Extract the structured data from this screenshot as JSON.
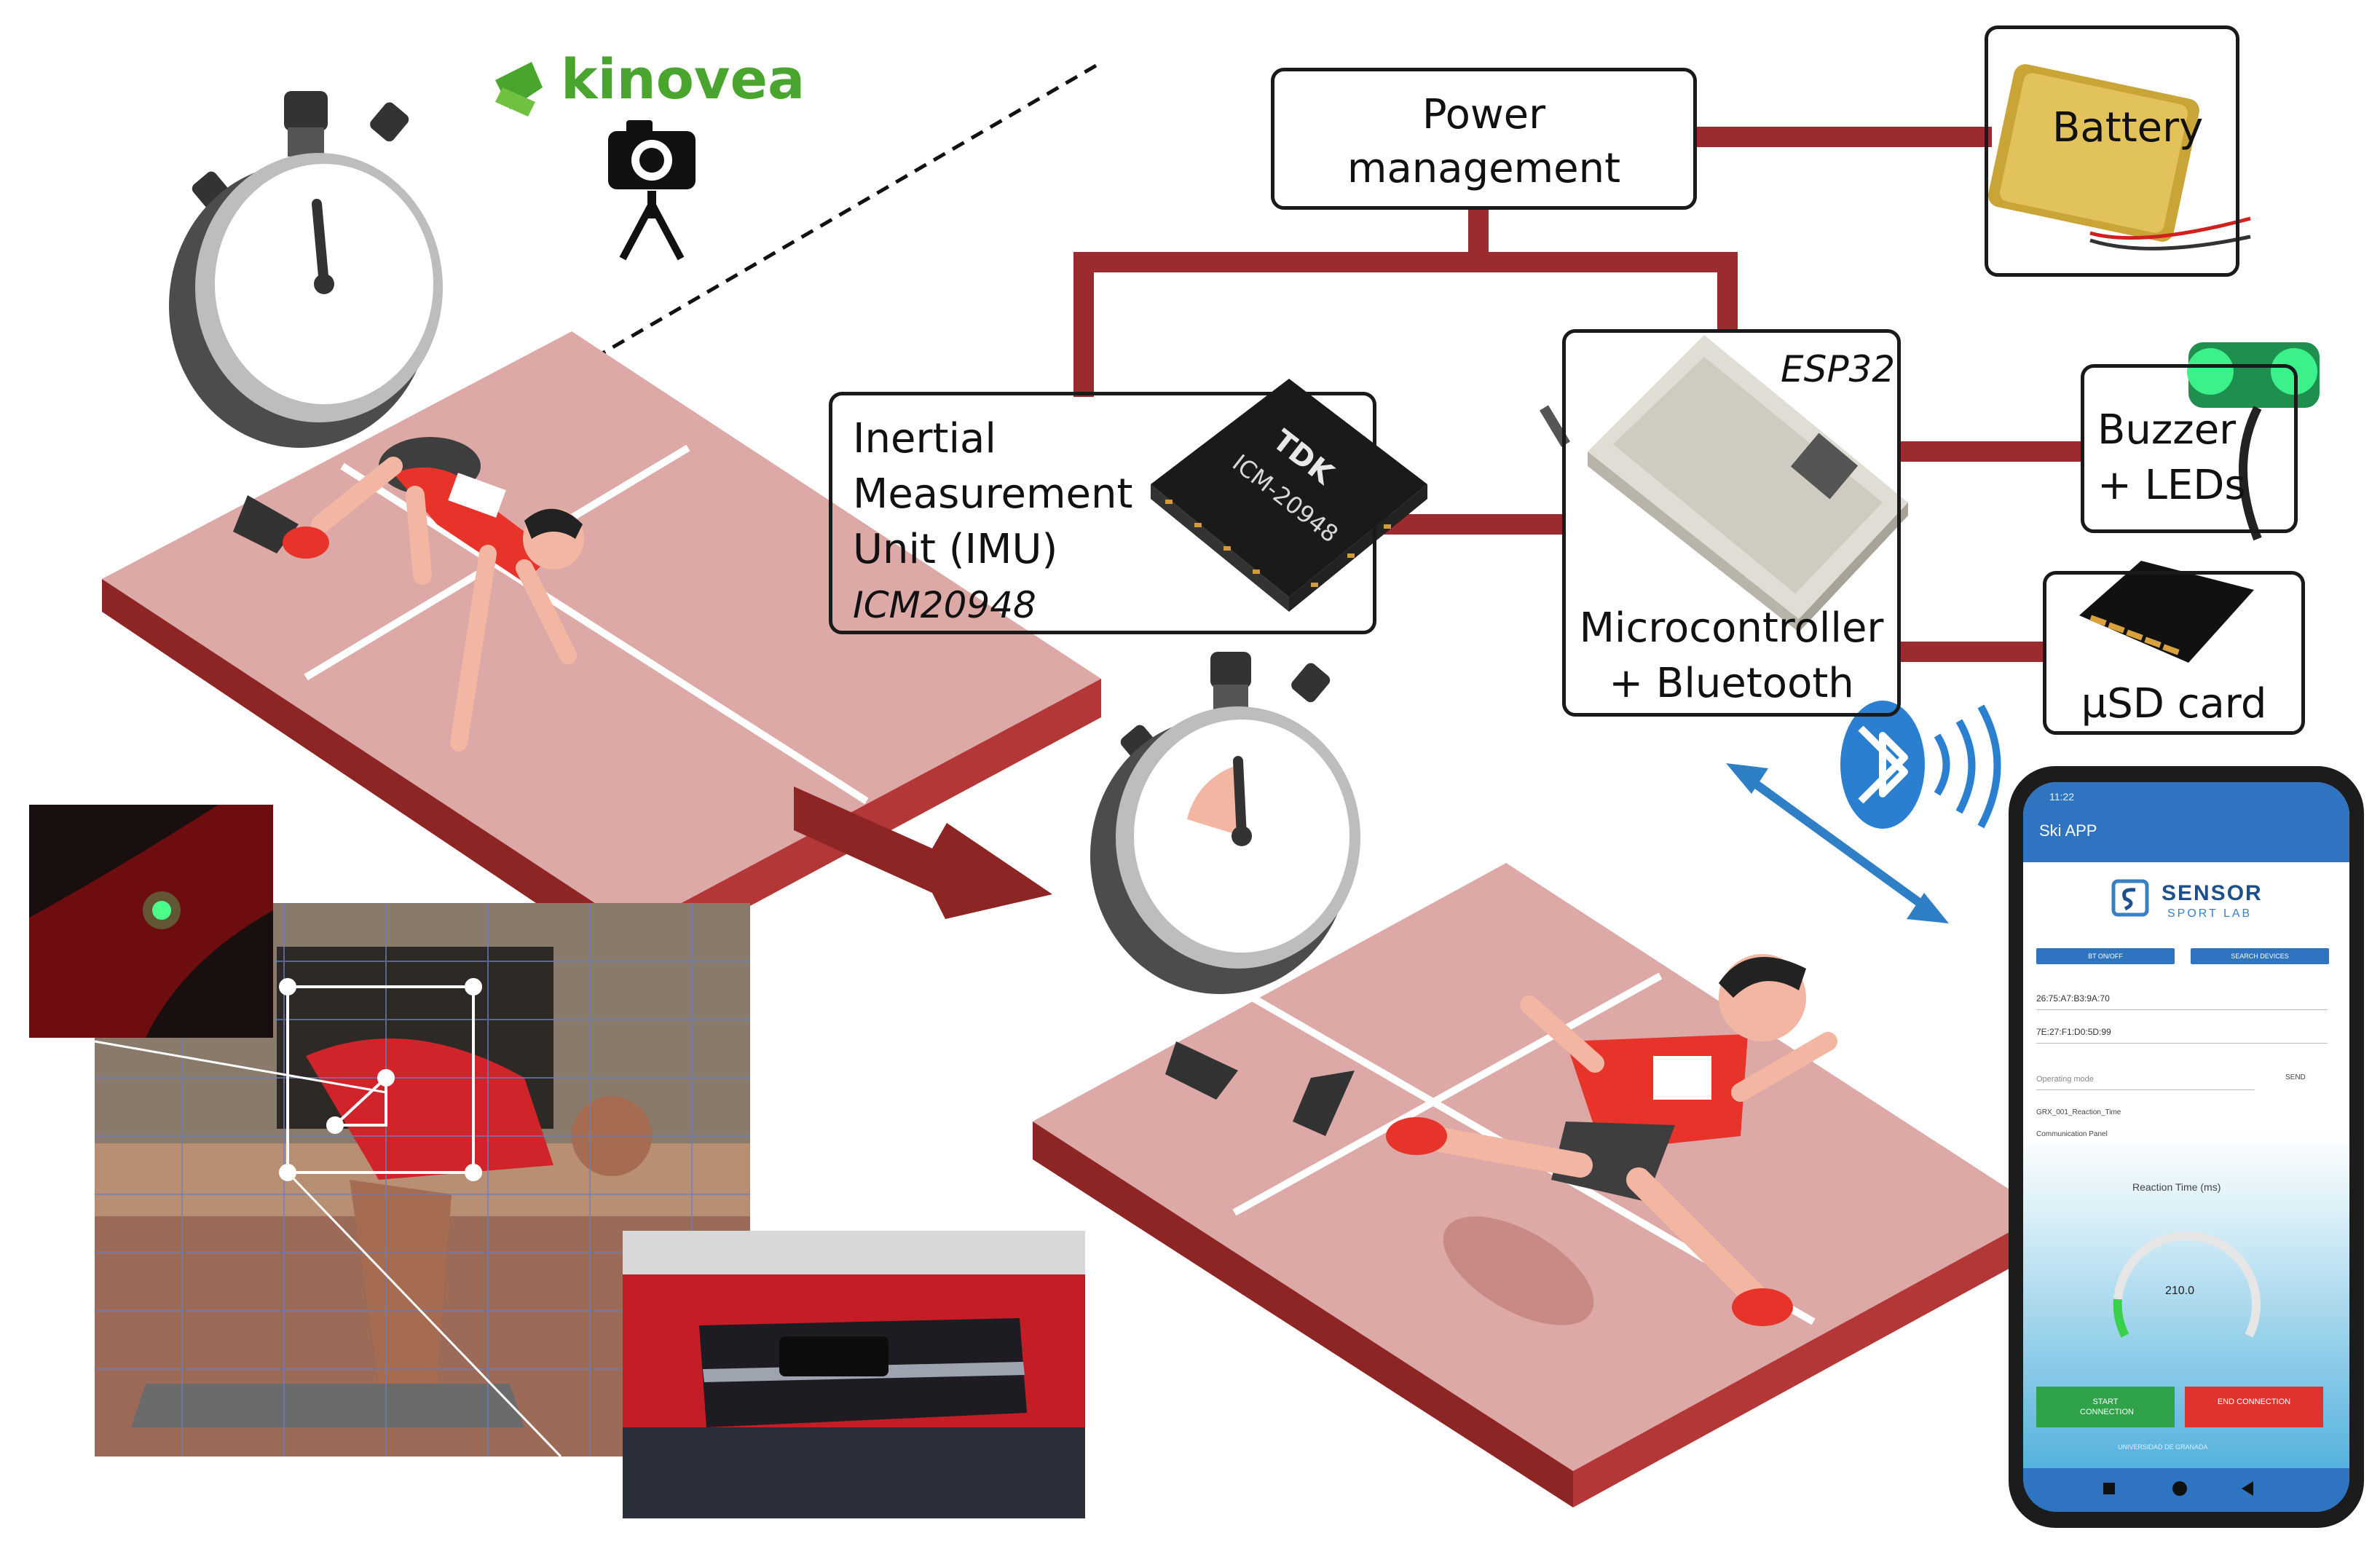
{
  "kinovea": {
    "logo_text": "kinovea"
  },
  "blocks": {
    "power": {
      "line1": "Power",
      "line2": "management"
    },
    "battery": {
      "label": "Battery"
    },
    "imu": {
      "line1": "Inertial",
      "line2": "Measurement",
      "line3": "Unit (IMU)",
      "part": "ICM20948"
    },
    "imu_chip": {
      "brand": "TDK",
      "model": "ICM-20948"
    },
    "mcu": {
      "line1": "Microcontroller",
      "line2": "+ Bluetooth",
      "part": "ESP32"
    },
    "buzzer": {
      "line1": "Buzzer",
      "line2": "+ LEDs"
    },
    "sd": {
      "label": "µSD card"
    }
  },
  "phone": {
    "status_time": "11:22",
    "app_title": "Ski APP",
    "logo_line1": "SENSOR",
    "logo_line2": "SPORT LAB",
    "bt_button": "BT ON/OFF",
    "search_button": "SEARCH DEVICES",
    "mac1": "26:75:A7:B3:9A:70",
    "mac2": "7E:27:F1:D0:5D:99",
    "mode_placeholder": "Operating mode",
    "send_button": "SEND",
    "mode_value": "GRX_001_Reaction_Time",
    "panel_label": "Communication Panel",
    "gauge_title": "Reaction Time (ms)",
    "gauge_value": "210.0",
    "start_button": "START CONNECTION",
    "end_button": "END CONNECTION",
    "footer": "UNIVERSIDAD DE GRANADA"
  },
  "colors": {
    "connector": "#9b2b2e",
    "track_top": "#d9a7a4",
    "track_side": "#8e2525",
    "bluetooth": "#2b7fd1",
    "arrow": "#2f7fc6",
    "kinovea_green": "#4aa52f"
  }
}
